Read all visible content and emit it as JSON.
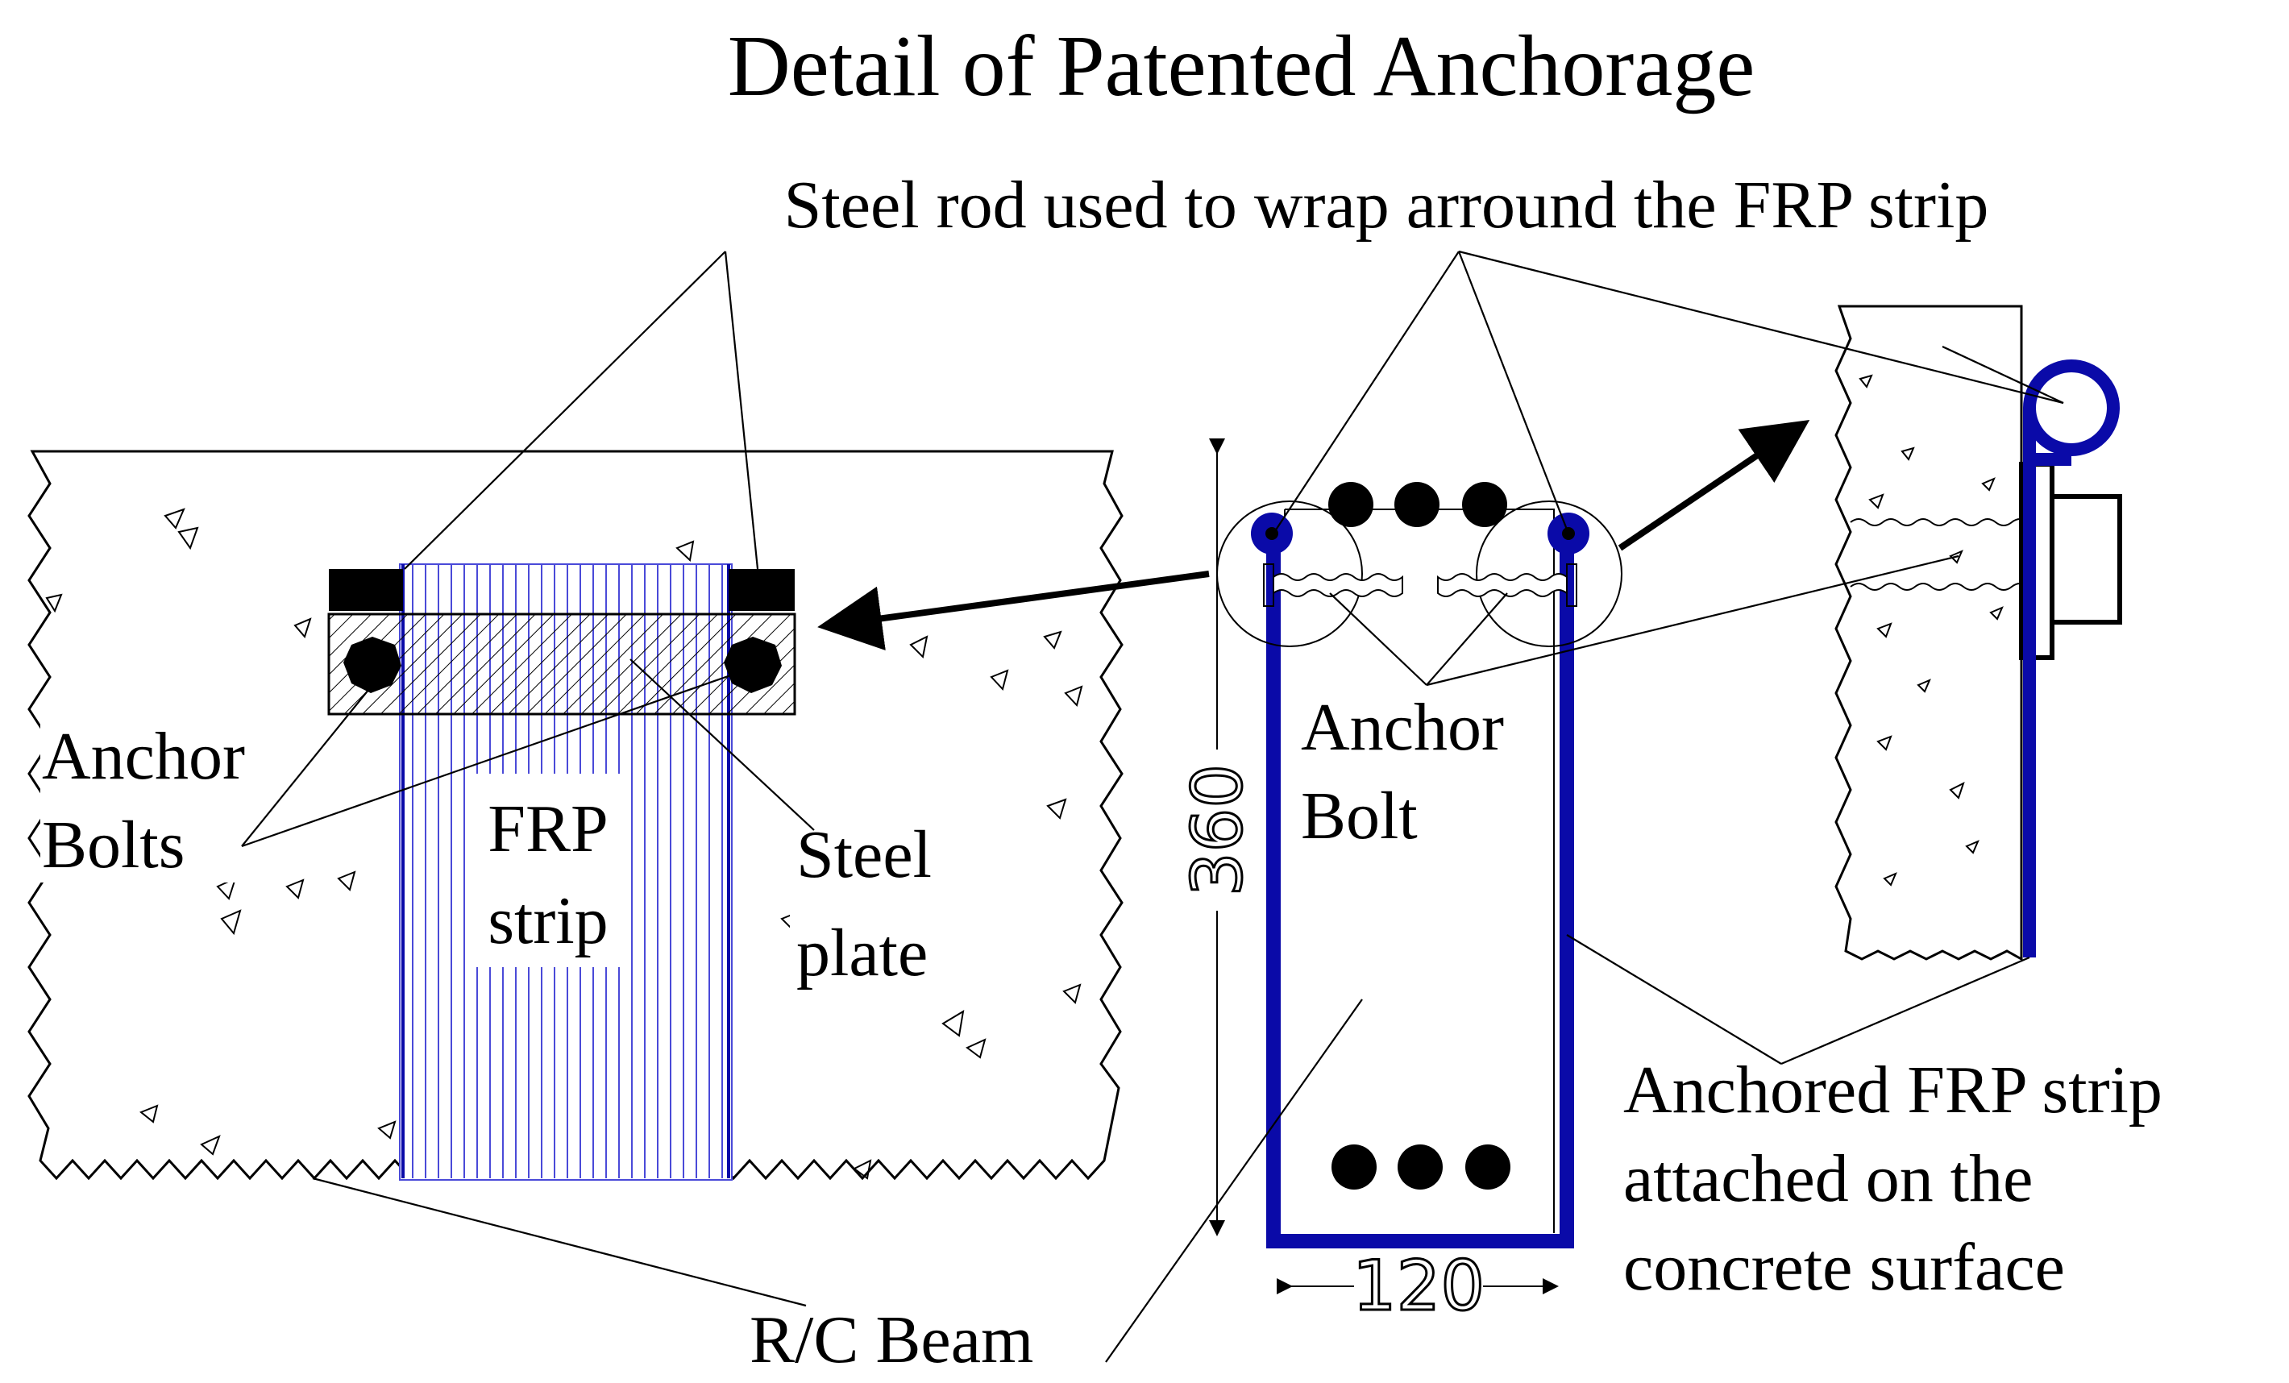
{
  "title": "Detail of Patented Anchorage",
  "labels": {
    "steel_rod": "Steel rod used to wrap arround the FRP strip",
    "anchor_bolts_line1": "Anchor",
    "anchor_bolts_line2": "Bolts",
    "frp_strip_line1": "FRP",
    "frp_strip_line2": "strip",
    "steel_plate_line1": "Steel",
    "steel_plate_line2": "plate",
    "anchor_bolt_line1": "Anchor",
    "anchor_bolt_line2": "Bolt",
    "anchored_frp_line1": "Anchored FRP strip",
    "anchored_frp_line2": "attached on the",
    "anchored_frp_line3": "concrete surface",
    "rc_beam": "R/C Beam"
  },
  "dimensions": {
    "height": "360",
    "width": "120"
  },
  "colors": {
    "frp_blue": "#0a0aa8",
    "frp_fiber": "#4a4ad8",
    "ink": "#000000"
  }
}
